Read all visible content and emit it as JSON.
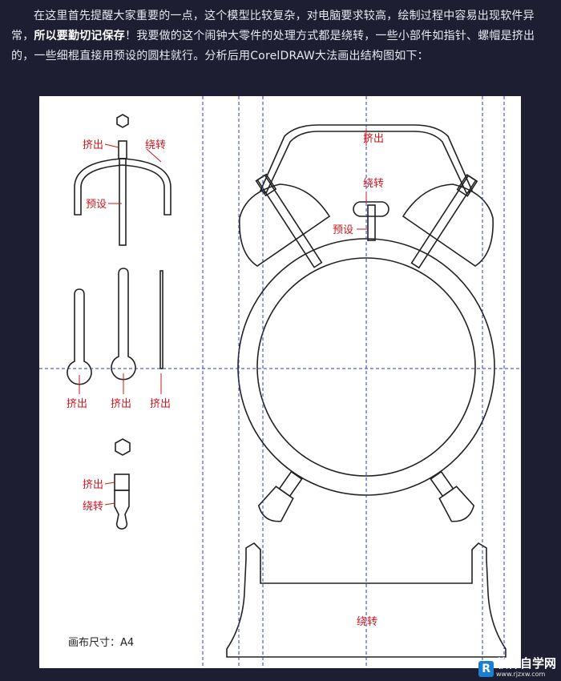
{
  "intro": {
    "part1": "在这里首先提醒大家重要的一点，这个模型比较复杂，对电脑要求较高，绘制过程中容易出现软件异常，",
    "bold": "所以要勤切记保存",
    "part2": "！我要做的这个闹钟大零件的处理方式都是绕转，一些小部件如指针、螺帽是挤出的，一些细棍直接用预设的圆柱就行。分析后用CorelDRAW大法画出结构图如下："
  },
  "labels": {
    "extrude": "挤出",
    "revolve": "绕转",
    "preset": "预设"
  },
  "canvas_note": "画布尺寸：A4",
  "colors": {
    "label": "#d0141e",
    "guide": "#2a35d8",
    "background": "#1e1e33",
    "outline": "#222222"
  },
  "watermark": {
    "badge": "R",
    "text": "软件自学网",
    "sub": "www.rjzxw.com"
  }
}
